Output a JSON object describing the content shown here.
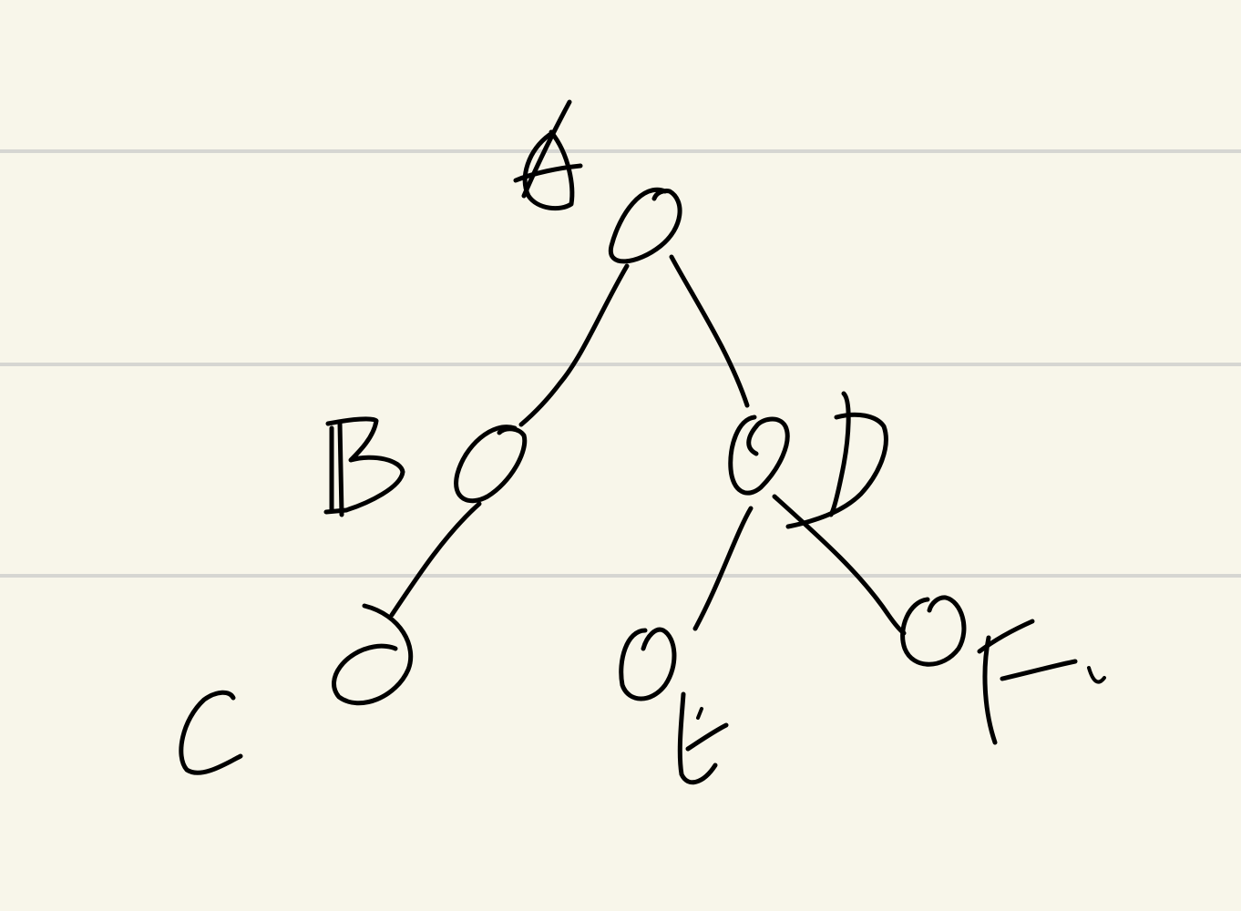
{
  "background_color": "#f8f6ea",
  "ruling_color": "#d6d6d2",
  "ink_color": "#000000",
  "diagram": {
    "kind": "tree",
    "nodes": [
      {
        "id": "A",
        "label": "A"
      },
      {
        "id": "B",
        "label": "B"
      },
      {
        "id": "C",
        "label": "C"
      },
      {
        "id": "D",
        "label": "D"
      },
      {
        "id": "E",
        "label": "E"
      },
      {
        "id": "F",
        "label": "F"
      }
    ],
    "edges": [
      {
        "from": "A",
        "to": "B"
      },
      {
        "from": "A",
        "to": "D"
      },
      {
        "from": "B",
        "to": "C"
      },
      {
        "from": "D",
        "to": "E"
      },
      {
        "from": "D",
        "to": "F"
      }
    ]
  }
}
